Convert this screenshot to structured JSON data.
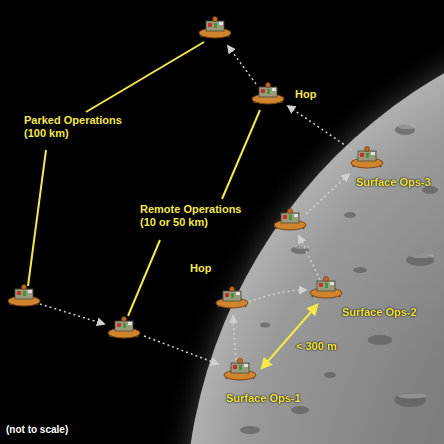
{
  "diagram": {
    "labels": [
      "Parked Operations (100 km)",
      "Remote Operations (10 or 50 km)",
      "Hop",
      "Surface Ops-3",
      "Hop",
      "Surface Ops-2",
      "< 300 m",
      "Surface Ops-1",
      "(not to scale)"
    ]
  }
}
